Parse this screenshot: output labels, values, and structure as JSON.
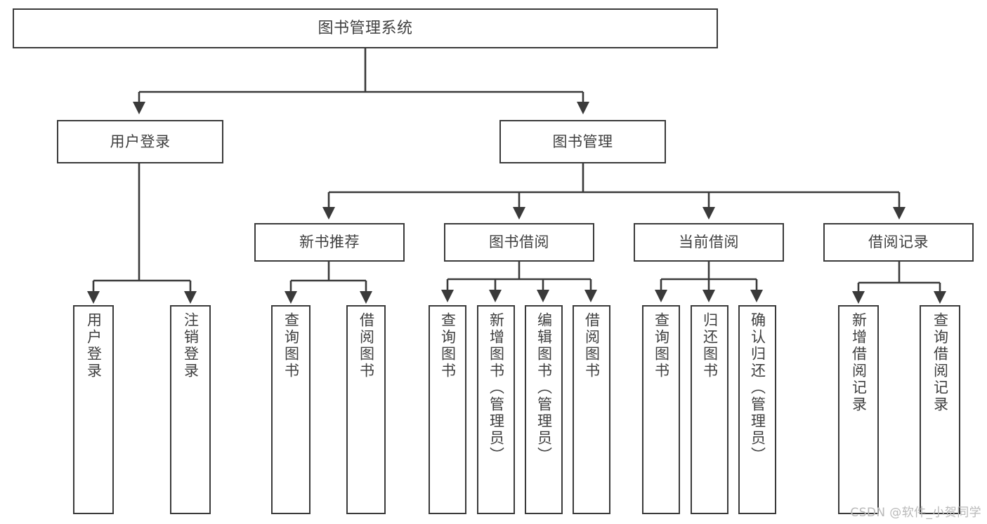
{
  "diagram": {
    "title": "图书管理系统",
    "type": "tree-structure-chart",
    "root": {
      "label": "图书管理系统"
    },
    "level2": [
      {
        "label": "用户登录"
      },
      {
        "label": "图书管理"
      }
    ],
    "level3": [
      {
        "label": "新书推荐"
      },
      {
        "label": "图书借阅"
      },
      {
        "label": "当前借阅"
      },
      {
        "label": "借阅记录"
      }
    ],
    "leaves": {
      "user_login": [
        {
          "label": "用户登录"
        },
        {
          "label": "注销登录"
        }
      ],
      "new_book_recommend": [
        {
          "label": "查询图书"
        },
        {
          "label": "借阅图书"
        }
      ],
      "book_borrow": [
        {
          "label": "查询图书"
        },
        {
          "label": "新增图书（管理员）"
        },
        {
          "label": "编辑图书（管理员）"
        },
        {
          "label": "借阅图书"
        }
      ],
      "current_borrow": [
        {
          "label": "查询图书"
        },
        {
          "label": "归还图书"
        },
        {
          "label": "确认归还（管理员）"
        }
      ],
      "borrow_record": [
        {
          "label": "新增借阅记录"
        },
        {
          "label": "查询借阅记录"
        }
      ]
    }
  },
  "watermark": {
    "text": "CSDN @软件_小贺同学"
  },
  "colors": {
    "line": "#3a3a3a",
    "box_fill": "#ffffff",
    "text": "#3f3f3f",
    "watermark": "#b9b9b9",
    "page_background": "#ffffff"
  }
}
